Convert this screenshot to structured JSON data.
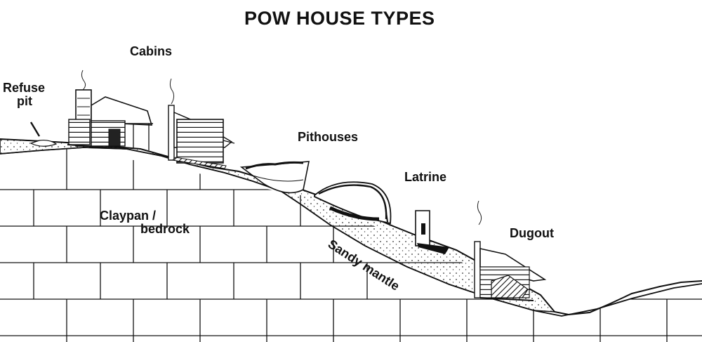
{
  "title": "POW HOUSE TYPES",
  "labels": {
    "cabins": "Cabins",
    "refuse_line1": "Refuse",
    "refuse_line2": "pit",
    "pithouses": "Pithouses",
    "latrine": "Latrine",
    "dugout": "Dugout",
    "claypan_line1": "Claypan /",
    "claypan_line2": "bedrock",
    "sandy_mantle": "Sandy mantle"
  }
}
